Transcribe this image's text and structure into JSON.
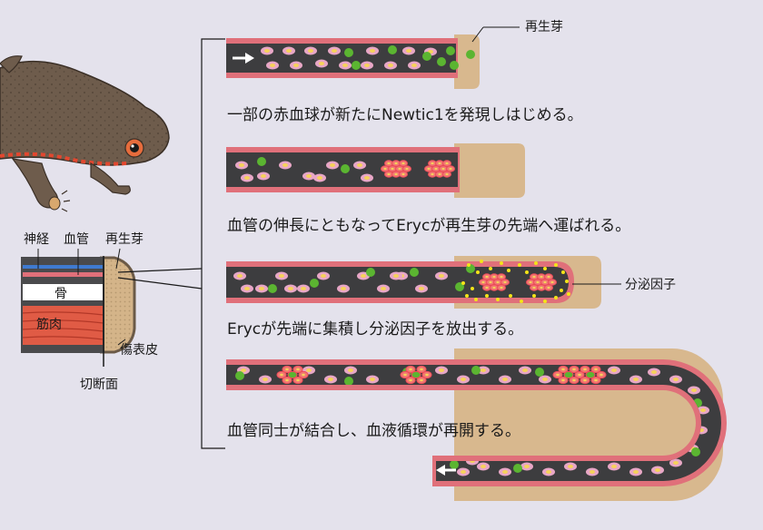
{
  "labels": {
    "regen_bud_top": "再生芽",
    "nerve": "神経",
    "blood_vessel": "血管",
    "regen_bud": "再生芽",
    "bone": "骨",
    "muscle": "筋肉",
    "wound_epidermis": "傷表皮",
    "cut_surface": "切断面",
    "secreted_factor": "分泌因子"
  },
  "captions": {
    "step1": "一部の赤血球が新たにNewtic1を発現しはじめる。",
    "step2": "血管の伸長にともなってErycが再生芽の先端へ運ばれる。",
    "step3": "Erycが先端に集積し分泌因子を放出する。",
    "step4": "血管同士が結合し、血液循環が再開する。"
  },
  "icons": {
    "flow_arrow_right": "arrow-right-icon",
    "flow_arrow_left": "arrow-left-icon"
  },
  "colors": {
    "background": "#e4e2ec",
    "vessel_lumen": "#3d3d3f",
    "vessel_wall": "#e0707a",
    "tissue": "#d8b88e",
    "newt_skin": "#6e5c4c",
    "rbc_pink": "#e8a7c6",
    "rbc_core": "#f6d25a",
    "eryc": "#f07a72",
    "eryc_border": "#ef4b5b",
    "green_cell": "#5bb531",
    "factor": "#f4e418",
    "muscle": "#e05b45",
    "bone": "#ffffff",
    "nerve": "#3f7ad0"
  }
}
